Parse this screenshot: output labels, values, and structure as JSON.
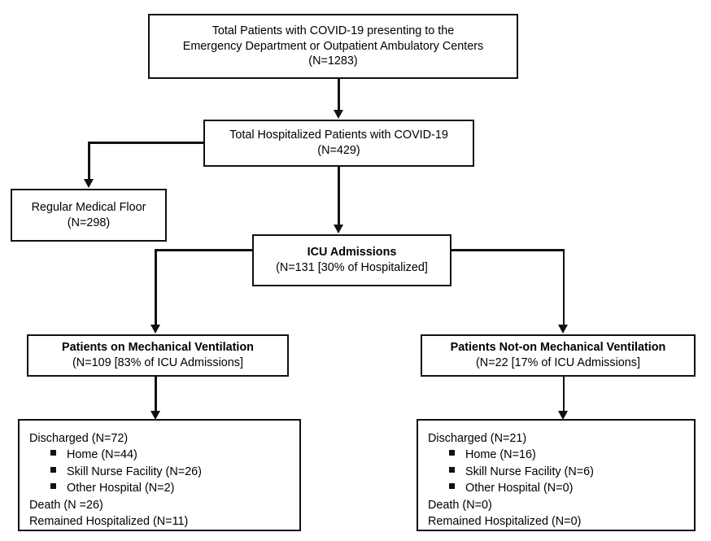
{
  "figure": {
    "type": "flowchart",
    "title": "COVID-19 patient disposition flow diagram"
  },
  "nodes": {
    "total_patients": {
      "name": "total-patients",
      "lines": [
        "Total Patients with COVID-19 presenting to the",
        "Emergency Department or Outpatient Ambulatory Centers",
        "(N=1283)"
      ],
      "n": 1283
    },
    "hospitalized": {
      "name": "total-hospitalized",
      "lines": [
        "Total Hospitalized Patients with COVID-19",
        "(N=429)"
      ],
      "n": 429
    },
    "regular_floor": {
      "name": "regular-medical-floor",
      "lines": [
        "Regular Medical Floor",
        "(N=298)"
      ],
      "n": 298
    },
    "icu": {
      "name": "icu-admissions",
      "title": "ICU Admissions",
      "detail": "(N=131 [30% of Hospitalized]",
      "n": 131,
      "percent_of_hospitalized": 30
    },
    "vent": {
      "name": "patients-on-mechanical-ventilation",
      "title": "Patients on Mechanical Ventilation",
      "detail": "(N=109 [83% of ICU Admissions]",
      "n": 109,
      "percent_of_icu": 83
    },
    "no_vent": {
      "name": "patients-not-on-mechanical-ventilation",
      "title": "Patients Not-on Mechanical Ventilation",
      "detail": "(N=22 [17% of ICU Admissions]",
      "n": 22,
      "percent_of_icu": 17
    },
    "vent_outcomes": {
      "name": "ventilated-outcomes",
      "discharged": "Discharged (N=72)",
      "home": "Home (N=44)",
      "snf": "Skill Nurse Facility (N=26)",
      "other_hospital": "Other Hospital (N=2)",
      "death": "Death (N =26)",
      "remained": "Remained Hospitalized (N=11)",
      "values": {
        "discharged": 72,
        "home": 44,
        "skilled_nursing_facility": 26,
        "other_hospital": 2,
        "death": 26,
        "remained_hospitalized": 11
      }
    },
    "no_vent_outcomes": {
      "name": "non-ventilated-outcomes",
      "discharged": "Discharged (N=21)",
      "home": "Home (N=16)",
      "snf": "Skill Nurse Facility (N=6)",
      "other_hospital": "Other Hospital (N=0)",
      "death": "Death (N=0)",
      "remained": "Remained Hospitalized (N=0)",
      "values": {
        "discharged": 21,
        "home": 16,
        "skilled_nursing_facility": 6,
        "other_hospital": 0,
        "death": 0,
        "remained_hospitalized": 0
      }
    }
  },
  "colors": {
    "stroke": "#111111",
    "background": "#ffffff",
    "text": "#000000"
  }
}
